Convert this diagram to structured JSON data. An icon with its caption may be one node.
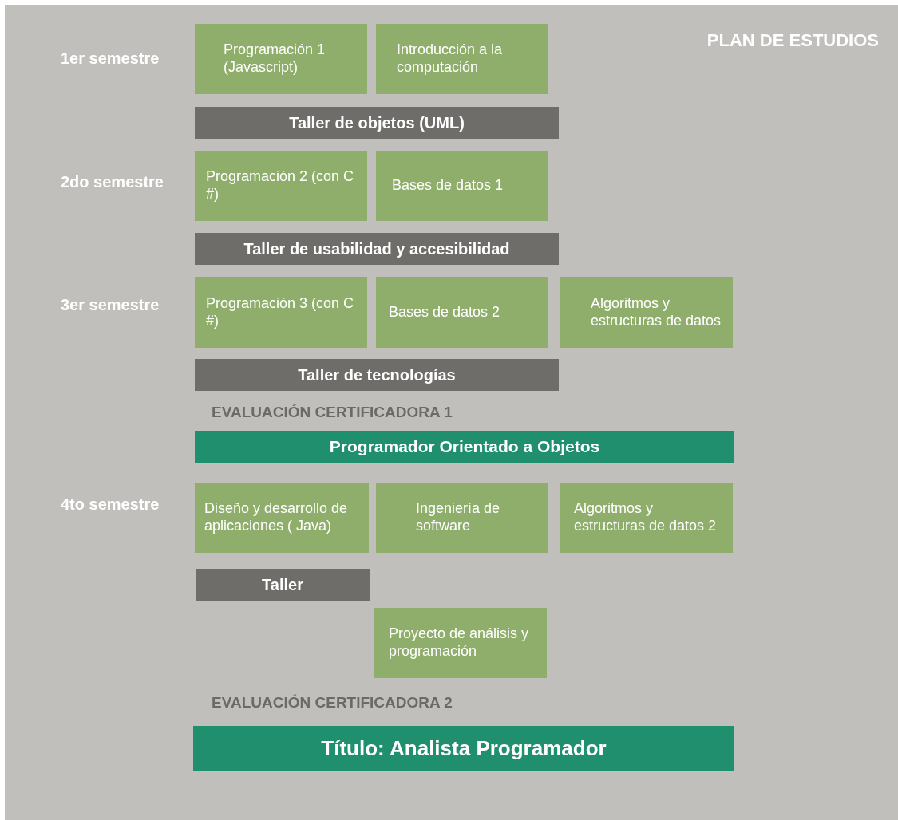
{
  "diagram": {
    "title": "PLAN DE ESTUDIOS",
    "nodes": [
      {
        "text": [
          "Programación 1 (Javascript)"
        ]
      },
      {
        "text": [
          "Introducción a la computación"
        ]
      },
      {
        "text": [
          "Taller de objetos (UML)"
        ]
      },
      {
        "text": [
          "Programación 2 (con C #)"
        ]
      },
      {
        "text": [
          "Bases de datos 1"
        ]
      },
      {
        "text": [
          "Taller de usabilidad y accesibilidad"
        ]
      },
      {
        "text": [
          "Programación 3 (con C #)"
        ]
      },
      {
        "text": [
          "Bases de datos 2"
        ]
      },
      {
        "text": [
          "Algoritmos y estructuras de datos"
        ]
      },
      {
        "text": [
          "Taller de tecnologías"
        ]
      },
      {
        "text": [
          "Programador Orientado a Objetos"
        ]
      },
      {
        "text": [
          "Diseño y desarrollo de aplicaciones ( Java)"
        ]
      },
      {
        "text": [
          "Ingeniería de software"
        ]
      },
      {
        "text": [
          "Algoritmos y estructuras de datos 2"
        ]
      },
      {
        "text": [
          "Taller"
        ]
      },
      {
        "text": [
          "Proyecto de análisis y programación"
        ]
      },
      {
        "text": [
          "Título: Analista Programador"
        ]
      }
    ],
    "labels": [
      "1er semestre",
      "2do semestre",
      "3er semestre",
      "EVALUACIÓN CERTIFICADORA 1",
      "4to semestre",
      "EVALUACIÓN CERTIFICADORA 2"
    ]
  }
}
